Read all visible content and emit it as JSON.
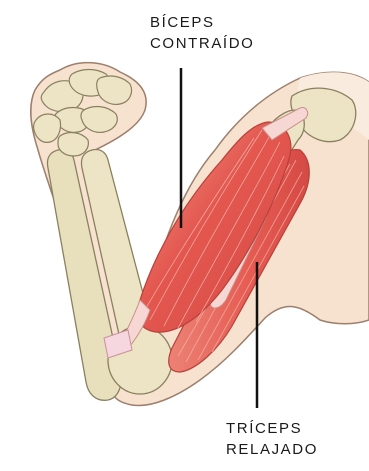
{
  "labels": {
    "biceps": {
      "line1": "BÍCEPS",
      "line2": "CONTRAÍDO"
    },
    "triceps": {
      "line1": "TRÍCEPS",
      "line2": "RELAJADO"
    }
  },
  "colors": {
    "skin": "#f6e2cf",
    "skin_outline": "#9c7f6c",
    "bone": "#ece4c4",
    "bone_outline": "#8a8060",
    "muscle": "#e3574f",
    "muscle_light": "#f09a86",
    "tendon": "#f6d7d4",
    "leader_line": "#111111"
  },
  "icons": [
    "arm-illustration",
    "biceps-muscle",
    "triceps-muscle",
    "humerus-bone",
    "radius-bone",
    "ulna-bone",
    "hand-bones",
    "scapula-bone"
  ]
}
